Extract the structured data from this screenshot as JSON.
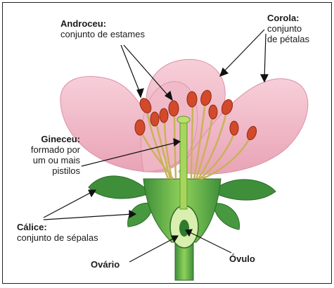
{
  "labels": {
    "androceu": {
      "term": "Androceu",
      "desc": "conjunto de estames"
    },
    "corola": {
      "term": "Corola",
      "desc_1": "conjunto",
      "desc_2": "de pétalas"
    },
    "gineceu": {
      "term": "Gineceu",
      "desc_1": "formado por",
      "desc_2": "um ou mais",
      "desc_3": "pistilos"
    },
    "calice": {
      "term": "Cálice",
      "desc": "conjunto de sépalas"
    },
    "ovario": "Ovário",
    "ovulo": "Óvulo"
  },
  "colors": {
    "petal": "#f2b8c6",
    "petal_dark": "#e48fa6",
    "sepal": "#3f8f3a",
    "receptacle": "#7cc24a",
    "anther": "#d24a2a",
    "filament": "#c9b25a"
  }
}
